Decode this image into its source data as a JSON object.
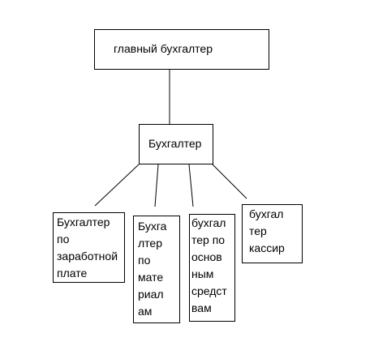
{
  "nodes": {
    "chief": {
      "label": "главный бухгалтер"
    },
    "accountant": {
      "label": "Бухгалтер"
    },
    "salary": {
      "label": "Бухгалтер\nпо\nзаработной\nплате"
    },
    "materials": {
      "label": "Бухга\nлтер\nпо\nмате\nриал\nам"
    },
    "fixed_assets": {
      "label": "бухгал\nтер по\nоснов\nным\nсредст\nвам"
    },
    "cashier": {
      "label": "бухгал\nтер\nкассир"
    }
  },
  "edges": [
    {
      "from": "chief",
      "to": "accountant"
    },
    {
      "from": "accountant",
      "to": "salary"
    },
    {
      "from": "accountant",
      "to": "materials"
    },
    {
      "from": "accountant",
      "to": "fixed_assets"
    },
    {
      "from": "accountant",
      "to": "cashier"
    }
  ]
}
